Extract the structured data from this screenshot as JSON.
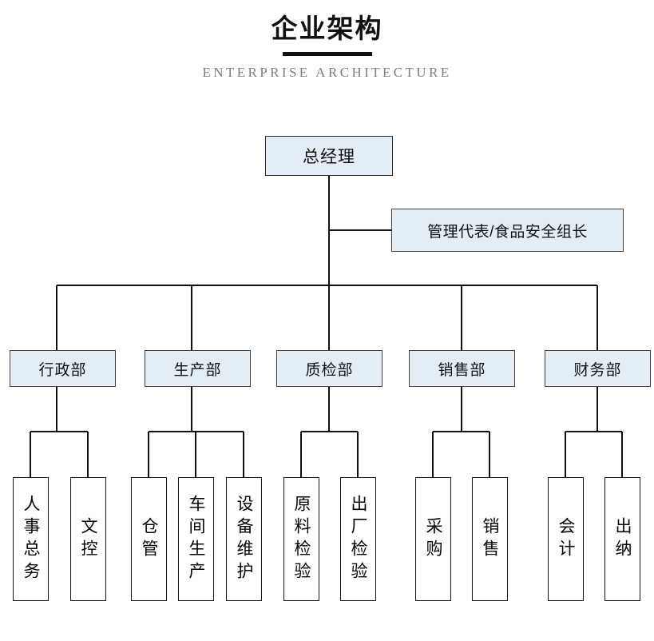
{
  "header": {
    "title_cn": "企业架构",
    "title_en": "ENTERPRISE ARCHITECTURE",
    "rule_color": "#111111",
    "subtitle_color": "#7d7d7d"
  },
  "theme": {
    "box_fill": "#e3edf5",
    "box_border": "#3f3f3f",
    "leaf_fill": "#ffffff",
    "leaf_border": "#151515",
    "line_color": "#111111",
    "background": "#ffffff"
  },
  "org_chart": {
    "type": "org-tree",
    "root": {
      "label": "总经理"
    },
    "staff": {
      "label": "管理代表/食品安全组长"
    },
    "departments": [
      {
        "label": "行政部",
        "children": [
          {
            "label": "人事总务"
          },
          {
            "label": "文控"
          }
        ]
      },
      {
        "label": "生产部",
        "children": [
          {
            "label": "仓管"
          },
          {
            "label": "车间生产"
          },
          {
            "label": "设备维护"
          }
        ]
      },
      {
        "label": "质检部",
        "children": [
          {
            "label": "原料检验"
          },
          {
            "label": "出厂检验"
          }
        ]
      },
      {
        "label": "销售部",
        "children": [
          {
            "label": "采购"
          },
          {
            "label": "销售"
          }
        ]
      },
      {
        "label": "财务部",
        "children": [
          {
            "label": "会计"
          },
          {
            "label": "出纳"
          }
        ]
      }
    ]
  }
}
